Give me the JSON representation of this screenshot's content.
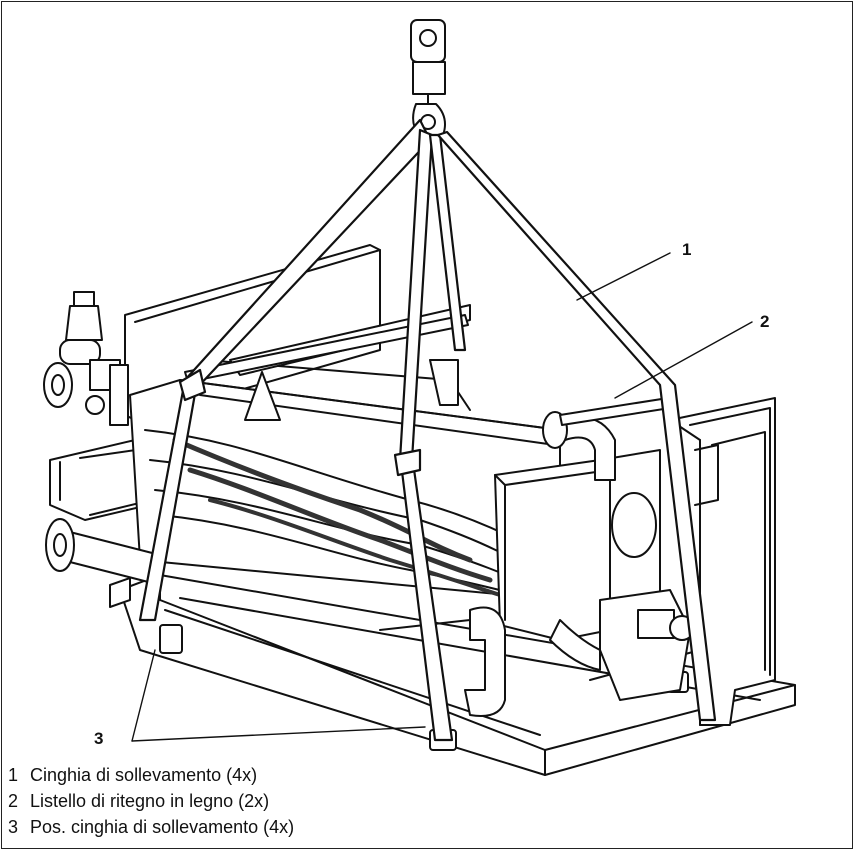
{
  "callouts": [
    {
      "number": "1"
    },
    {
      "number": "2"
    },
    {
      "number": "3"
    }
  ],
  "legend": [
    {
      "number": "1",
      "text": "Cinghia di sollevamento (4x)"
    },
    {
      "number": "2",
      "text": "Listello di ritegno in legno (2x)"
    },
    {
      "number": "3",
      "text": "Pos. cinghia di sollevamento (4x)"
    }
  ]
}
